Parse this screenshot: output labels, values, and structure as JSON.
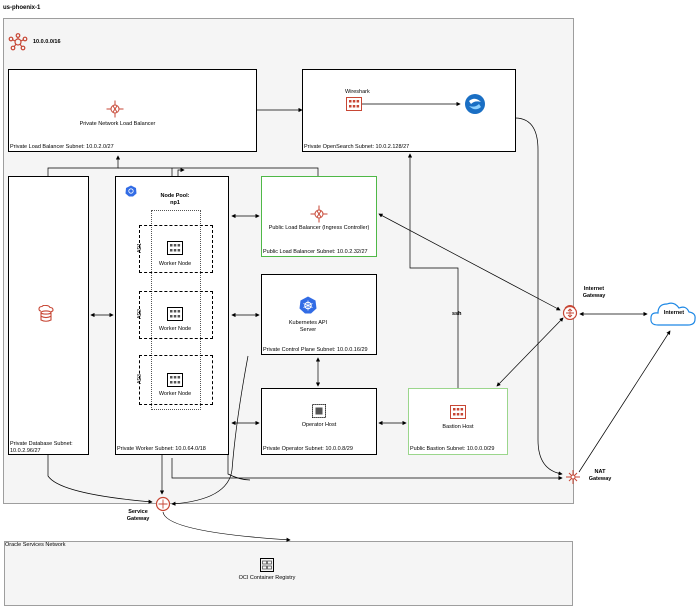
{
  "region": "us-phoenix-1",
  "vcn": {
    "cidr": "10.0.0.0/16"
  },
  "subnets": {
    "private_lb": "Private Load Balancer Subnet: 10.0.2.0/27",
    "opensearch": "Private OpenSearch Subnet: 10.0.2.128/27",
    "database": "Private Database Subnet: 10.0.2.96/27",
    "worker": "Private Worker Subnet: 10.0.64.0/18",
    "public_lb": "Public Load Balancer Subnet: 10.0.2.32/27",
    "control_plane": "Private Control Plane Subnet: 10.0.0.16/29",
    "operator": "Private Operator Subnet: 10.0.0.8/29",
    "bastion": "Public Bastion Subnet: 10.0.0.0/29"
  },
  "nodes": {
    "private_nlb": "Private Network Load Balancer",
    "wireshark": "Wireshark",
    "node_pool": "Node Pool: np1",
    "worker_node": "Worker Node",
    "public_lb": "Public Load Balancer (Ingress Controller)",
    "k8s_api": "Kubernetes API Server",
    "operator_host": "Operator Host",
    "bastion_host": "Bastion Host",
    "internet_gateway": "Internet Gateway",
    "internet": "Internet",
    "nat_gateway": "NAT Gateway",
    "service_gateway": "Service Gateway",
    "ocir": "OCI Container Registry"
  },
  "ads": [
    "AD1",
    "AD2",
    "AD3"
  ],
  "ssh_label": "ssh",
  "oracle_services": "Oracle Services Network",
  "colors": {
    "oracle_red": "#c74634",
    "green_border": "#4fb847",
    "k8s_blue": "#326ce5",
    "cloud_blue": "#1e88e5"
  }
}
